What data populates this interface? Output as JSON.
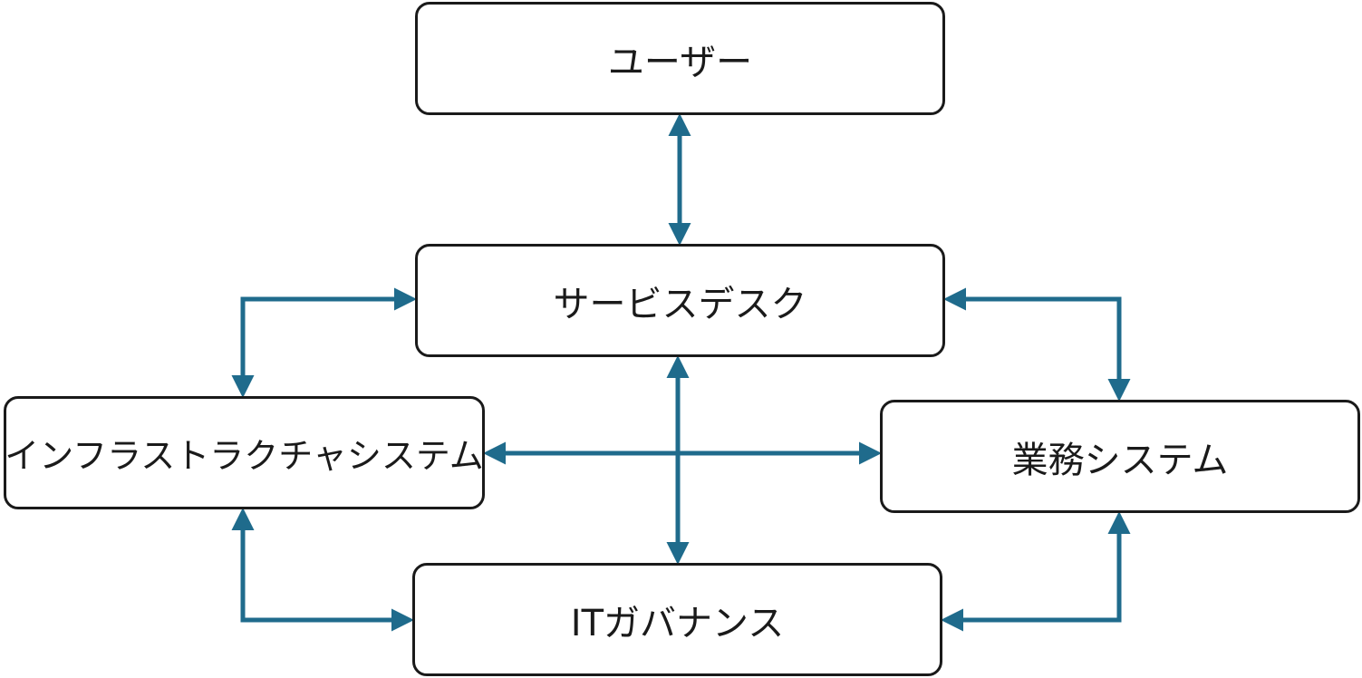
{
  "diagram": {
    "nodes": {
      "user": "ユーザー",
      "service_desk": "サービスデスク",
      "infrastructure": "インフラストラクチャシステム",
      "business": "業務システム",
      "it_governance": "ITガバナンス"
    },
    "edges": [
      {
        "from": "user",
        "to": "service_desk",
        "direction": "both"
      },
      {
        "from": "service_desk",
        "to": "infrastructure",
        "direction": "both"
      },
      {
        "from": "service_desk",
        "to": "business",
        "direction": "both"
      },
      {
        "from": "service_desk",
        "to": "it_governance",
        "direction": "both"
      },
      {
        "from": "infrastructure",
        "to": "business",
        "direction": "both"
      },
      {
        "from": "infrastructure",
        "to": "it_governance",
        "direction": "both"
      },
      {
        "from": "business",
        "to": "it_governance",
        "direction": "both"
      }
    ],
    "colors": {
      "arrow": "#1f6b8c",
      "border": "#1a1a1a",
      "background": "#ffffff"
    }
  }
}
